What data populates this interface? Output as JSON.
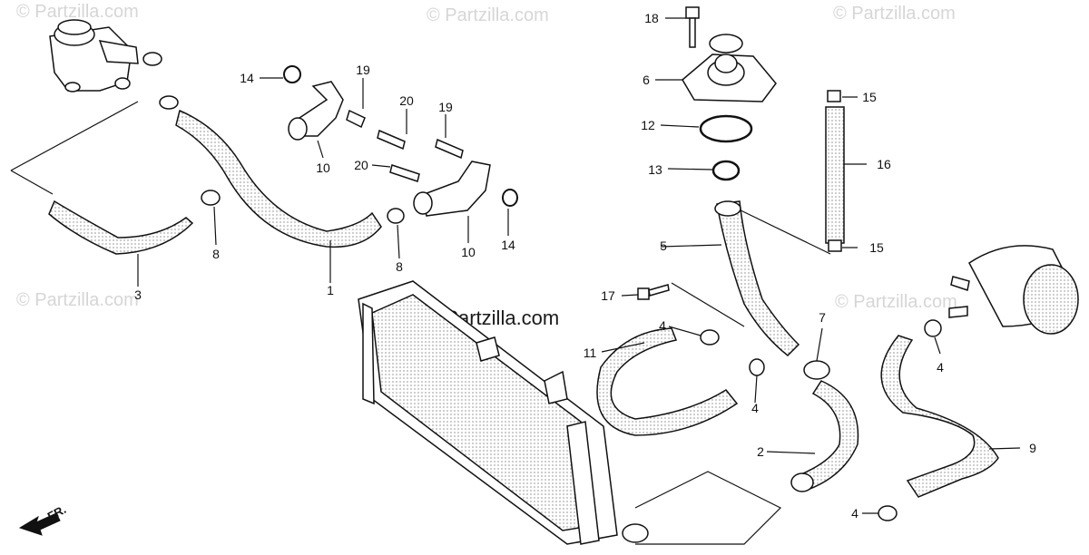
{
  "watermarks": {
    "text": "© Partzilla.com",
    "center_text": "© Partzilla.com"
  },
  "direction_label": "FR.",
  "callouts": [
    {
      "id": "c1",
      "text": "1"
    },
    {
      "id": "c2",
      "text": "2"
    },
    {
      "id": "c3",
      "text": "3"
    },
    {
      "id": "c4a",
      "text": "4"
    },
    {
      "id": "c4b",
      "text": "4"
    },
    {
      "id": "c4c",
      "text": "4"
    },
    {
      "id": "c4d",
      "text": "4"
    },
    {
      "id": "c5",
      "text": "5"
    },
    {
      "id": "c6",
      "text": "6"
    },
    {
      "id": "c7",
      "text": "7"
    },
    {
      "id": "c8a",
      "text": "8"
    },
    {
      "id": "c8b",
      "text": "8"
    },
    {
      "id": "c9",
      "text": "9"
    },
    {
      "id": "c10a",
      "text": "10"
    },
    {
      "id": "c10b",
      "text": "10"
    },
    {
      "id": "c11",
      "text": "11"
    },
    {
      "id": "c12",
      "text": "12"
    },
    {
      "id": "c13",
      "text": "13"
    },
    {
      "id": "c14a",
      "text": "14"
    },
    {
      "id": "c14b",
      "text": "14"
    },
    {
      "id": "c15a",
      "text": "15"
    },
    {
      "id": "c15b",
      "text": "15"
    },
    {
      "id": "c16",
      "text": "16"
    },
    {
      "id": "c17",
      "text": "17"
    },
    {
      "id": "c18",
      "text": "18"
    },
    {
      "id": "c19a",
      "text": "19"
    },
    {
      "id": "c19b",
      "text": "19"
    },
    {
      "id": "c20a",
      "text": "20"
    },
    {
      "id": "c20b",
      "text": "20"
    }
  ],
  "colors": {
    "ink": "#111111",
    "watermark": "#d6d6d6",
    "hose_fill": "#e4e4e4",
    "background": "#ffffff"
  }
}
